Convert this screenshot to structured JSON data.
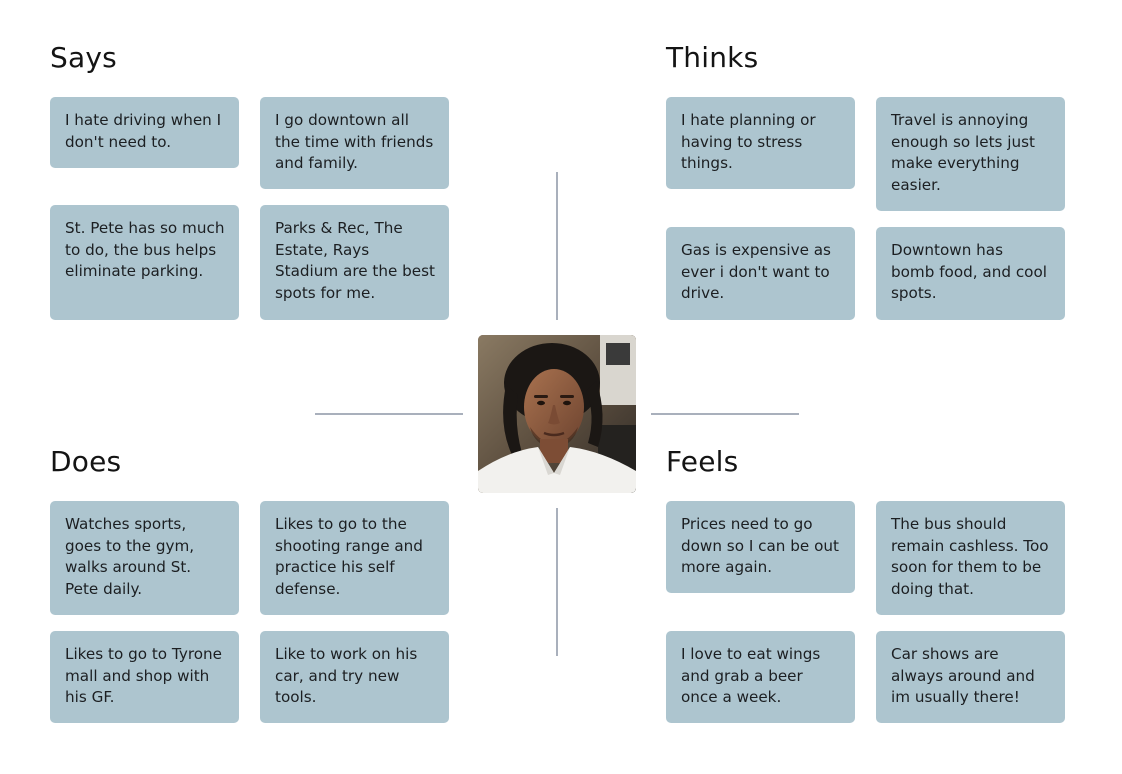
{
  "quadrants": {
    "says": {
      "title": "Says",
      "notes": [
        "I hate driving when I don't need to.",
        "I go downtown all the time with friends and family.",
        "St. Pete has so much to do, the bus helps eliminate parking.",
        "Parks & Rec, The Estate, Rays Stadium are the best spots for me."
      ]
    },
    "thinks": {
      "title": "Thinks",
      "notes": [
        "I hate planning or having to stress things.",
        "Travel is annoying enough so lets just make everything easier.",
        "Gas is expensive as ever i don't want to drive.",
        "Downtown has bomb food, and cool spots."
      ]
    },
    "does": {
      "title": "Does",
      "notes": [
        "Watches sports, goes to the gym, walks around St. Pete daily.",
        "Likes to go to the shooting range and practice his self defense.",
        "Likes to go to Tyrone mall and shop with his GF.",
        "Like to work on his car, and try new tools."
      ]
    },
    "feels": {
      "title": "Feels",
      "notes": [
        "Prices need to go down so I can be out more again.",
        "The bus should remain cashless. Too soon for them to be doing that.",
        "I love to eat wings and grab a beer once a week.",
        "Car shows are always around and im usually there!"
      ]
    }
  },
  "colors": {
    "note_background": "#adc5cf",
    "divider": "#a9b0bc",
    "title_text": "#141414"
  }
}
